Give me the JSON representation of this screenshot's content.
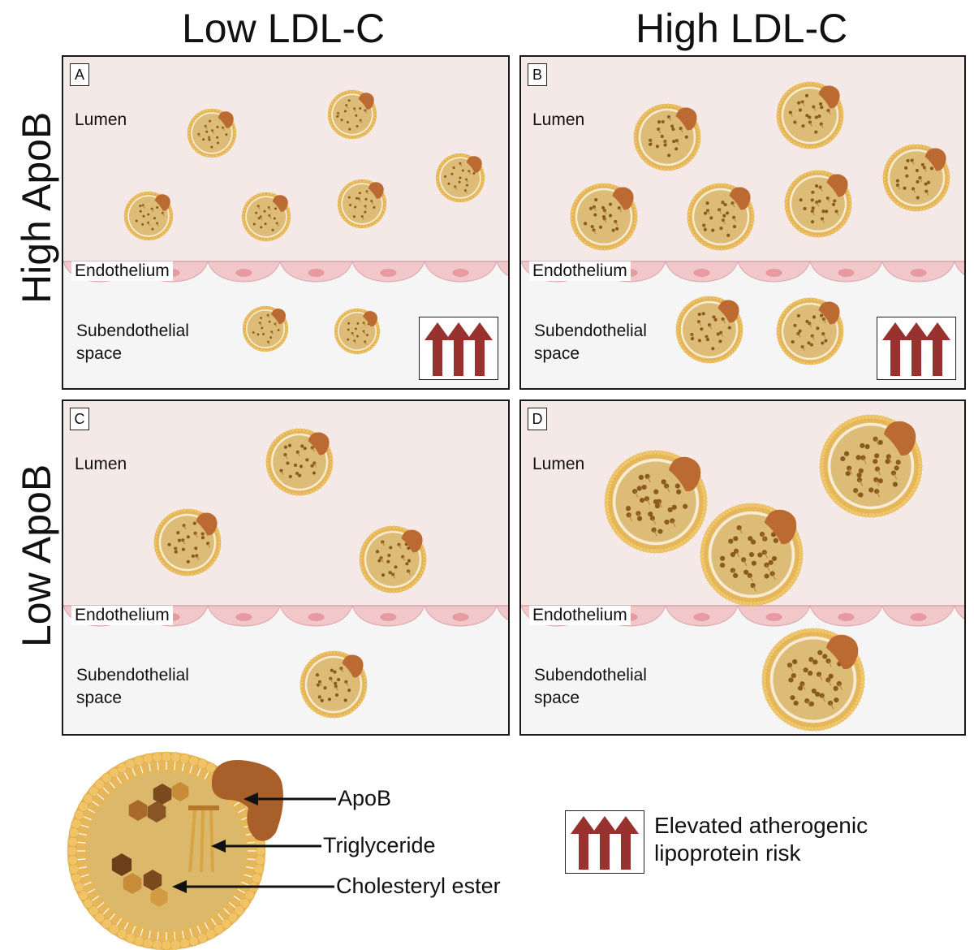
{
  "columns": {
    "left": "Low LDL-C",
    "right": "High LDL-C"
  },
  "rows": {
    "top": "High ApoB",
    "bottom": "Low ApoB"
  },
  "panels": [
    {
      "letter": "A",
      "lumen": "Lumen",
      "endothelium": "Endothelium",
      "subendothelial_line1": "Subendothelial",
      "subendothelial_line2": "space",
      "elevated_risk": true
    },
    {
      "letter": "B",
      "lumen": "Lumen",
      "endothelium": "Endothelium",
      "subendothelial_line1": "Subendothelial",
      "subendothelial_line2": "space",
      "elevated_risk": true
    },
    {
      "letter": "C",
      "lumen": "Lumen",
      "endothelium": "Endothelium",
      "subendothelial_line1": "Subendothelial",
      "subendothelial_line2": "space",
      "elevated_risk": false
    },
    {
      "letter": "D",
      "lumen": "Lumen",
      "endothelium": "Endothelium",
      "subendothelial_line1": "Subendothelial",
      "subendothelial_line2": "space",
      "elevated_risk": false
    }
  ],
  "legend": {
    "apob": "ApoB",
    "triglyceride": "Triglyceride",
    "cholesteryl_ester": "Cholesteryl ester",
    "risk_line1": "Elevated atherogenic",
    "risk_line2": "lipoprotein risk"
  },
  "colors": {
    "lumen": "#f5e9e8",
    "subendothelial": "#f6f5f5",
    "endothelial_cell": "#f1c7ca",
    "particle_shell": "#e5b65a",
    "particle_core": "#dcbc76",
    "apob": "#bb6a32",
    "arrow": "#98322e"
  }
}
